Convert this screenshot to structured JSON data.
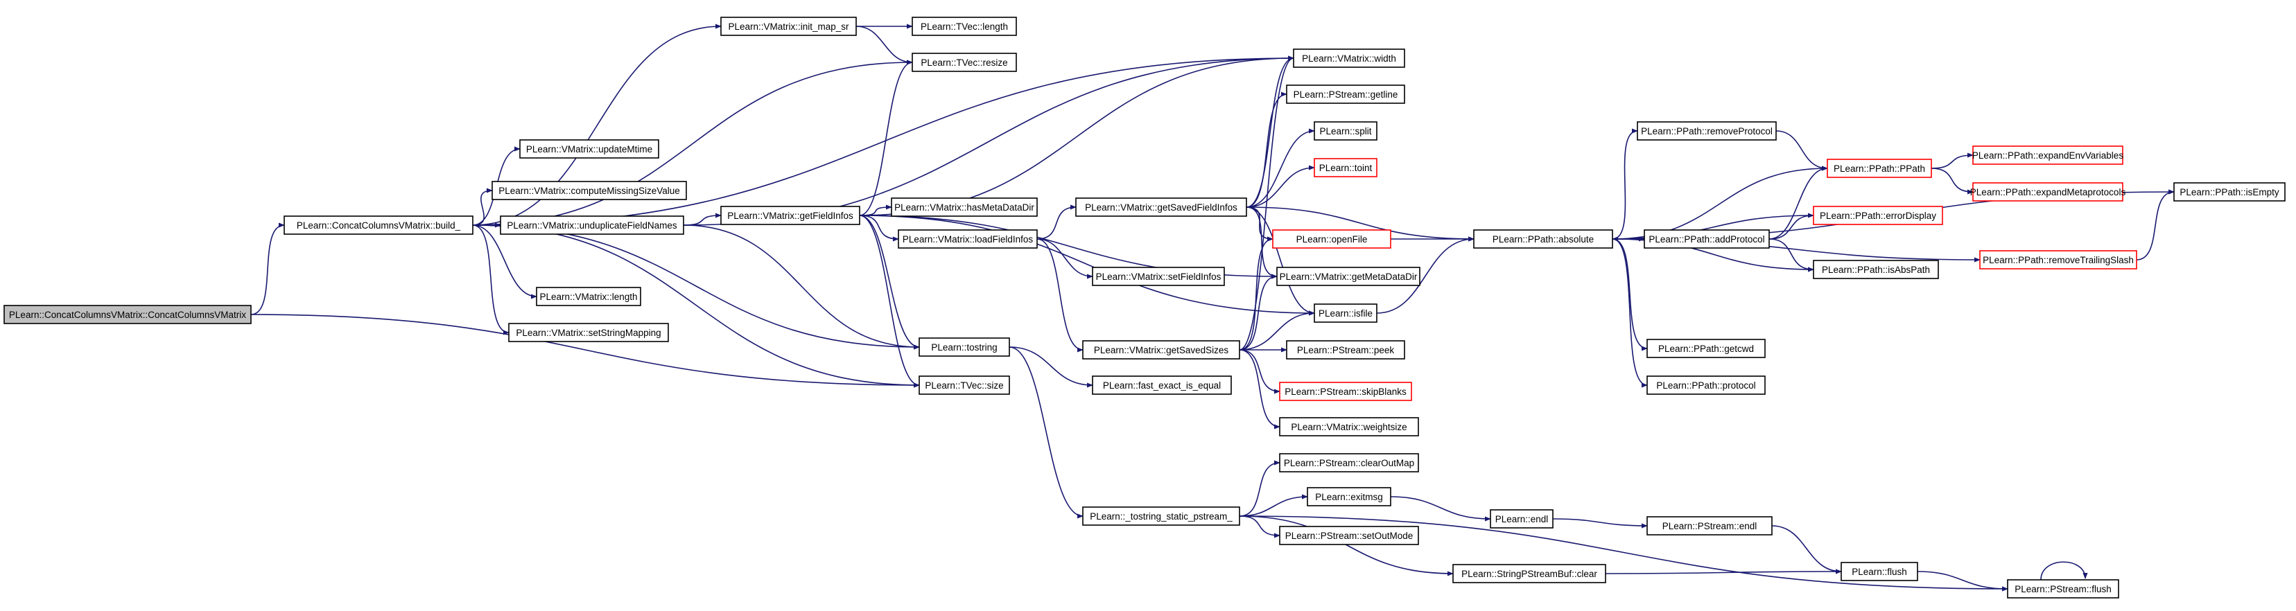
{
  "colors": {
    "edge": "#191970",
    "root_fill": "#bfbfbf",
    "node_border": "#000000",
    "truncated_border": "#ff0000",
    "background": "#ffffff"
  },
  "nodes": [
    {
      "id": "root",
      "label": "PLearn::ConcatColumnsVMatrix::ConcatColumnsVMatrix",
      "style": "root"
    },
    {
      "id": "build",
      "label": "PLearn::ConcatColumnsVMatrix::build_"
    },
    {
      "id": "initmap",
      "label": "PLearn::VMatrix::init_map_sr"
    },
    {
      "id": "tveclen",
      "label": "PLearn::TVec::length"
    },
    {
      "id": "resize",
      "label": "PLearn::TVec::resize"
    },
    {
      "id": "width",
      "label": "PLearn::VMatrix::width"
    },
    {
      "id": "updmtime",
      "label": "PLearn::VMatrix::updateMtime"
    },
    {
      "id": "compmiss",
      "label": "PLearn::VMatrix::computeMissingSizeValue"
    },
    {
      "id": "undup",
      "label": "PLearn::VMatrix::unduplicateFieldNames"
    },
    {
      "id": "vmlen",
      "label": "PLearn::VMatrix::length"
    },
    {
      "id": "setsm",
      "label": "PLearn::VMatrix::setStringMapping"
    },
    {
      "id": "getfi",
      "label": "PLearn::VMatrix::getFieldInfos"
    },
    {
      "id": "hasmeta",
      "label": "PLearn::VMatrix::hasMetaDataDir"
    },
    {
      "id": "loadfi",
      "label": "PLearn::VMatrix::loadFieldInfos"
    },
    {
      "id": "tostring",
      "label": "PLearn::tostring"
    },
    {
      "id": "tvecsize",
      "label": "PLearn::TVec::size"
    },
    {
      "id": "setfi",
      "label": "PLearn::VMatrix::setFieldInfos"
    },
    {
      "id": "getsfi",
      "label": "PLearn::VMatrix::getSavedFieldInfos"
    },
    {
      "id": "getss",
      "label": "PLearn::VMatrix::getSavedSizes"
    },
    {
      "id": "fastexact",
      "label": "PLearn::fast_exact_is_equal"
    },
    {
      "id": "tsp",
      "label": "PLearn::_tostring_static_pstream_"
    },
    {
      "id": "getline",
      "label": "PLearn::PStream::getline"
    },
    {
      "id": "split",
      "label": "PLearn::split"
    },
    {
      "id": "toint",
      "label": "PLearn::toint",
      "style": "red"
    },
    {
      "id": "openfile",
      "label": "PLearn::openFile",
      "style": "red"
    },
    {
      "id": "getmeta",
      "label": "PLearn::VMatrix::getMetaDataDir"
    },
    {
      "id": "isfile",
      "label": "PLearn::isfile"
    },
    {
      "id": "peek",
      "label": "PLearn::PStream::peek"
    },
    {
      "id": "skipblanks",
      "label": "PLearn::PStream::skipBlanks",
      "style": "red"
    },
    {
      "id": "weightsize",
      "label": "PLearn::VMatrix::weightsize"
    },
    {
      "id": "clearout",
      "label": "PLearn::PStream::clearOutMap"
    },
    {
      "id": "exitmsg",
      "label": "PLearn::exitmsg"
    },
    {
      "id": "setoutmode",
      "label": "PLearn::PStream::setOutMode"
    },
    {
      "id": "absolute",
      "label": "PLearn::PPath::absolute"
    },
    {
      "id": "removeproto",
      "label": "PLearn::PPath::removeProtocol"
    },
    {
      "id": "addproto",
      "label": "PLearn::PPath::addProtocol"
    },
    {
      "id": "getcwd",
      "label": "PLearn::PPath::getcwd"
    },
    {
      "id": "protocol",
      "label": "PLearn::PPath::protocol"
    },
    {
      "id": "endl",
      "label": "PLearn::endl"
    },
    {
      "id": "spsbclear",
      "label": "PLearn::StringPStreamBuf::clear"
    },
    {
      "id": "pppath",
      "label": "PLearn::PPath::PPath",
      "style": "red"
    },
    {
      "id": "errdisp",
      "label": "PLearn::PPath::errorDisplay",
      "style": "red"
    },
    {
      "id": "isabs",
      "label": "PLearn::PPath::isAbsPath"
    },
    {
      "id": "rmtrail",
      "label": "PLearn::PPath::removeTrailingSlash",
      "style": "red"
    },
    {
      "id": "psendl",
      "label": "PLearn::PStream::endl"
    },
    {
      "id": "flush",
      "label": "PLearn::flush"
    },
    {
      "id": "psflush",
      "label": "PLearn::PStream::flush"
    },
    {
      "id": "expenv",
      "label": "PLearn::PPath::expandEnvVariables",
      "style": "red"
    },
    {
      "id": "expmeta",
      "label": "PLearn::PPath::expandMetaprotocols",
      "style": "red"
    },
    {
      "id": "isempty",
      "label": "PLearn::PPath::isEmpty"
    }
  ]
}
